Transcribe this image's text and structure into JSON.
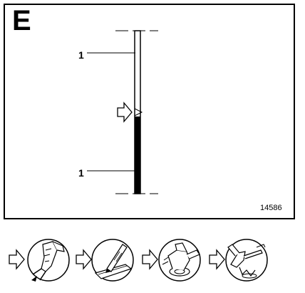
{
  "figure": {
    "panel_letter": "E",
    "callout_top": "1",
    "callout_bottom": "1",
    "reference_number": "14586"
  },
  "procedure_steps": [
    {
      "icon": "arrow-right-icon",
      "tool": "angle-grinder-icon"
    },
    {
      "icon": "arrow-right-icon",
      "tool": "chisel-cutting-icon"
    },
    {
      "icon": "arrow-right-icon",
      "tool": "grinding-disc-icon"
    },
    {
      "icon": "arrow-right-icon",
      "tool": "welding-torch-icon"
    }
  ]
}
